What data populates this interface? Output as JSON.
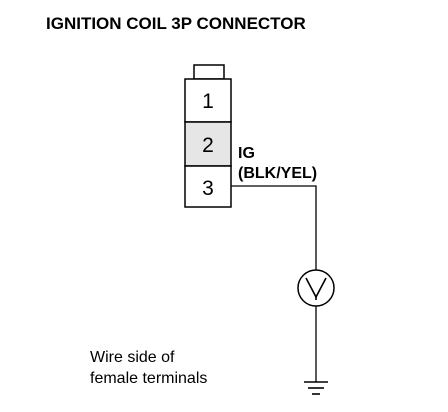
{
  "diagram": {
    "title": "IGNITION COIL 3P CONNECTOR",
    "connector": {
      "pins": [
        {
          "number": "1",
          "shaded": false
        },
        {
          "number": "2",
          "shaded": true
        },
        {
          "number": "3",
          "shaded": false
        }
      ]
    },
    "signal_label": {
      "name": "IG",
      "wire_color": "(BLK/YEL)"
    },
    "note": {
      "line1": "Wire side of",
      "line2": "female terminals"
    },
    "meter_symbol": "voltmeter-icon",
    "ground_symbol": "ground-icon",
    "colors": {
      "ink": "#000000",
      "shade": "#e6e6e6",
      "background": "#ffffff"
    }
  }
}
